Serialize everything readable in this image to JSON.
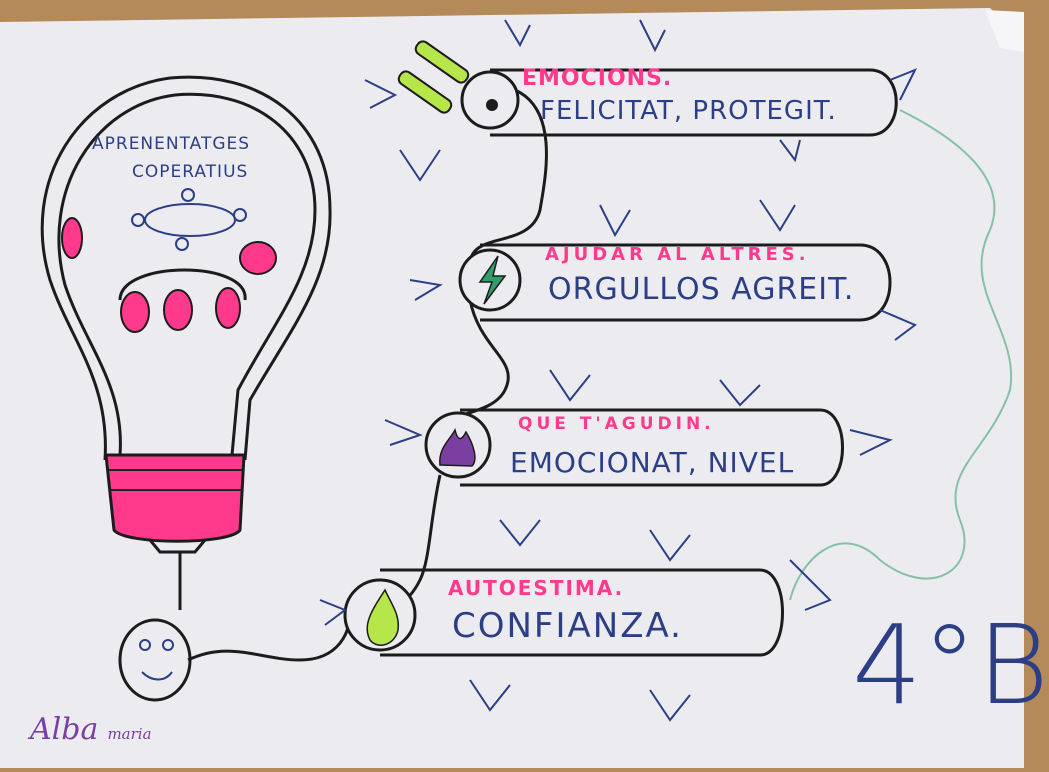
{
  "bulb": {
    "title_line1": "APRENENTATGES",
    "title_line2": "COPERATIUS"
  },
  "rows": [
    {
      "heading": "EMOCIONS.",
      "text": "FELICITAT, PROTEGIT.",
      "icon": "plug-icon"
    },
    {
      "heading": "AJUDAR AL ALTRES.",
      "text": "ORGULLOS AGREIT.",
      "icon": "lightning-icon"
    },
    {
      "heading": "QUE T'AGUDIN.",
      "text": "EMOCIONAT, NIVEL",
      "icon": "flame-icon"
    },
    {
      "heading": "AUTOESTIMA.",
      "text": "CONFIANZA.",
      "icon": "drop-icon"
    }
  ],
  "signature": {
    "first": "Alba",
    "second": "maria"
  },
  "class_label": "4°B",
  "colors": {
    "paper": "#ececf0",
    "ink": "#1c1c1c",
    "pink": "#ff3a8c",
    "blue_ink": "#2c3f86",
    "green_marker": "#2f9e6a",
    "lime": "#b6e64a",
    "purple": "#7a3fa0",
    "wood": "#b58a5a"
  }
}
